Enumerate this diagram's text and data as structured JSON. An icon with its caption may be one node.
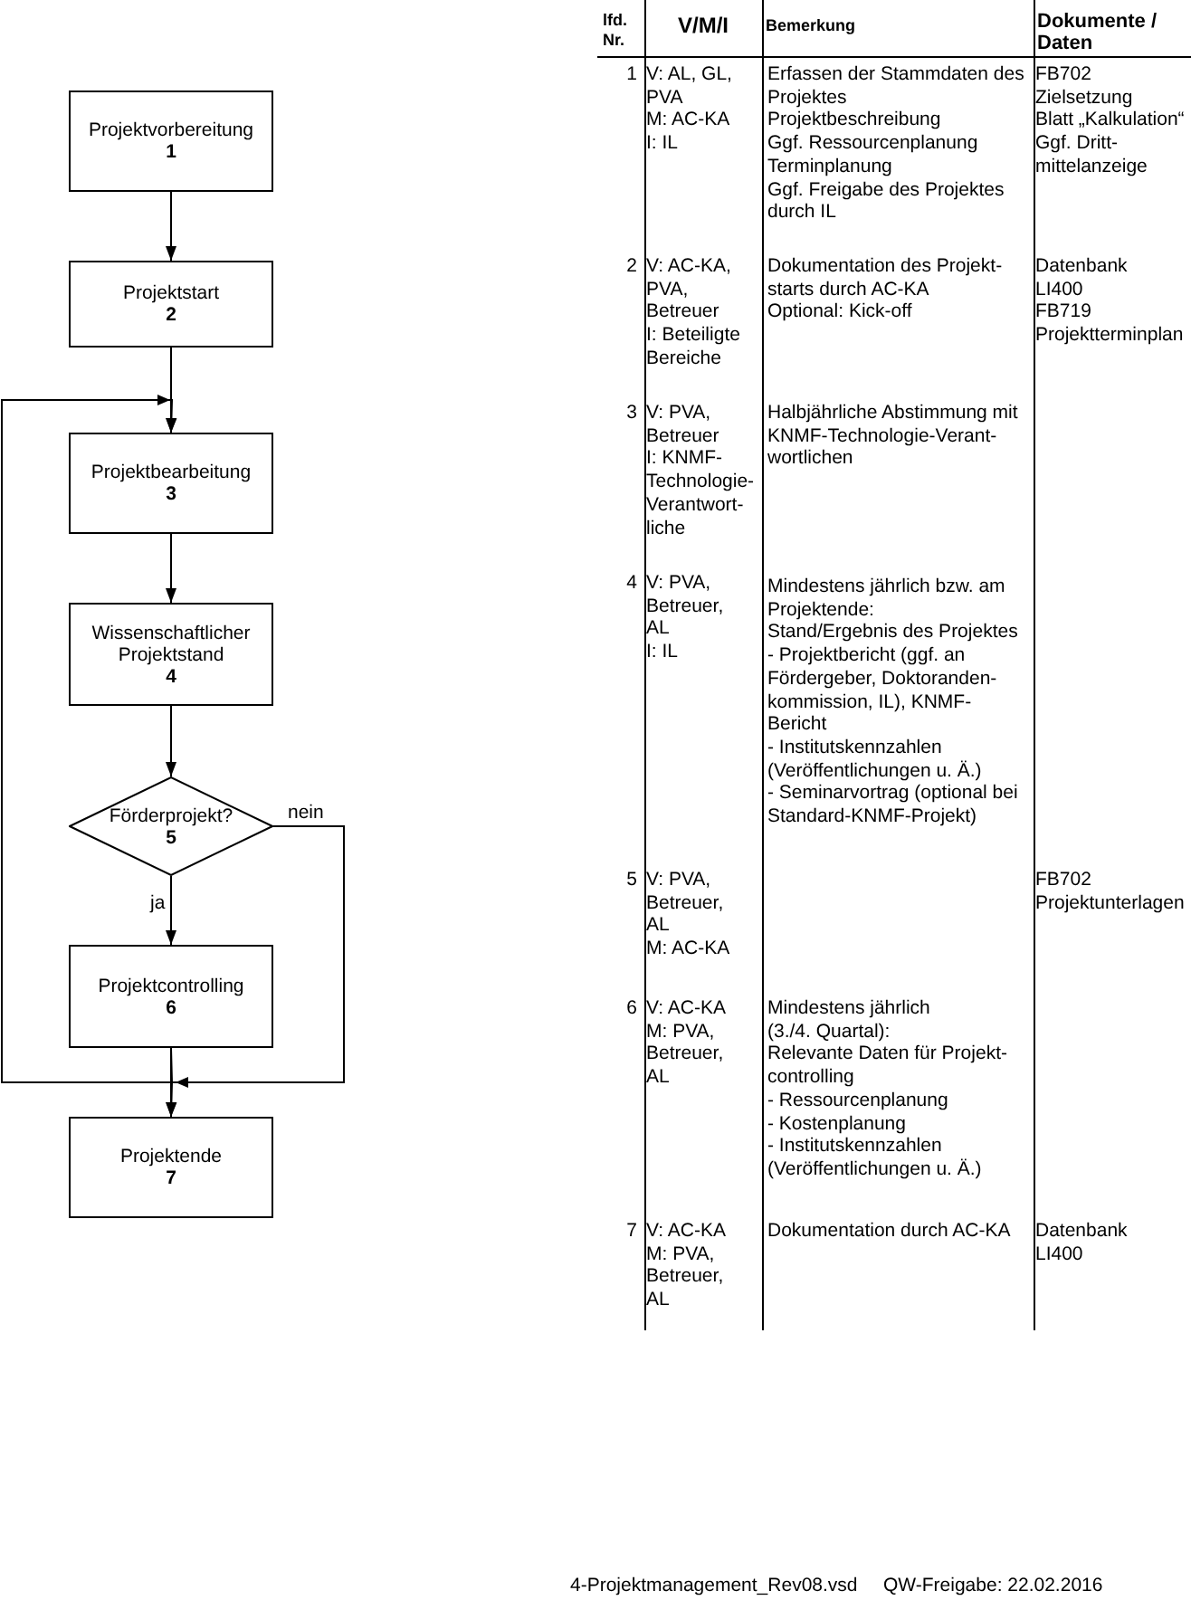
{
  "diagram": {
    "nodes": [
      {
        "text": [
          "Projektvorbereitung",
          "1"
        ]
      },
      {
        "text": [
          "Projektstart",
          "2"
        ]
      },
      {
        "text": [
          "Projektbearbeitung",
          "3"
        ]
      },
      {
        "text": [
          "Wissenschaftlicher Projektstand",
          "4"
        ]
      },
      {
        "text": [
          "Förderprojekt?",
          "5"
        ]
      },
      {
        "text": [
          "Projektcontrolling",
          "6"
        ]
      },
      {
        "text": [
          "Projektende",
          "7"
        ]
      }
    ],
    "edges": [
      {
        "from": 0,
        "to": 1,
        "arrow": "to"
      },
      {
        "from": 1,
        "to": 2,
        "arrow": "to"
      },
      {
        "from": 2,
        "to": 3,
        "arrow": "to"
      },
      {
        "from": 3,
        "to": 4,
        "arrow": "to"
      },
      {
        "from": 4,
        "to": 5,
        "arrow": "to",
        "label": "ja"
      },
      {
        "from": 4,
        "to": 6,
        "arrow": "to",
        "label": "nein"
      },
      {
        "from": 5,
        "to": 6,
        "arrow": "to"
      },
      {
        "from": 5,
        "to": 2,
        "arrow": "to"
      }
    ],
    "labels": [
      "lfd. Nr.",
      "V/M/I",
      "Bemerkung",
      "Dokumente / Daten",
      "1",
      "V: AL, GL, PVA",
      "M: AC-KA",
      "I: IL",
      "Erfassen der Stammdaten des Projektes",
      "Projektbeschreibung",
      "Ggf. Ressourcenplanung",
      "Terminplanung",
      "Ggf. Freigabe des Projektes durch IL",
      "FB702",
      "Zielsetzung",
      "Blatt „Kalkulation“",
      "Ggf. Dritt- mittelanzeige",
      "2",
      "V: AC-KA, PVA, Betreuer",
      "I: Beteiligte Bereiche",
      "Dokumentation des Projekt- starts durch AC-KA",
      "Optional: Kick-off",
      "Datenbank",
      "LI400",
      "FB719",
      "Projektterminplan",
      "3",
      "V: PVA, Betreuer",
      "I: KNMF- Technologie- Verantwort- liche",
      "Halbjährliche Abstimmung mit KNMF-Technologie-Verant- wortlichen",
      "4",
      "V: PVA, Betreuer, AL",
      "I: IL",
      "Mindestens jährlich bzw. am Projektende:",
      "Stand/Ergebnis des Projektes",
      "- Projektbericht (ggf. an Fördergeber, Doktoranden- kommission, IL), KNMF- Bericht",
      "- Institutskennzahlen (Veröffentlichungen u. Ä.)",
      "- Seminarvortrag (optional bei Standard-KNMF-Projekt)",
      "5",
      "V: PVA, Betreuer, AL",
      "M: AC-KA",
      "FB702",
      "Projektunterlagen",
      "6",
      "V: AC-KA",
      "M: PVA, Betreuer, AL",
      "Mindestens jährlich",
      "(3./4. Quartal):",
      "Relevante Daten für Projekt- controlling",
      "- Ressourcenplanung",
      "- Kostenplanung",
      "- Institutskennzahlen (Veröffentlichungen u. Ä.)",
      "7",
      "V: AC-KA",
      "M: PVA, Betreuer, AL",
      "Dokumentation durch AC-KA",
      "Datenbank",
      "LI400",
      "4-Projektmanagement_Rev08.vsd",
      "QW-Freigabe: 22.02.2016"
    ]
  }
}
